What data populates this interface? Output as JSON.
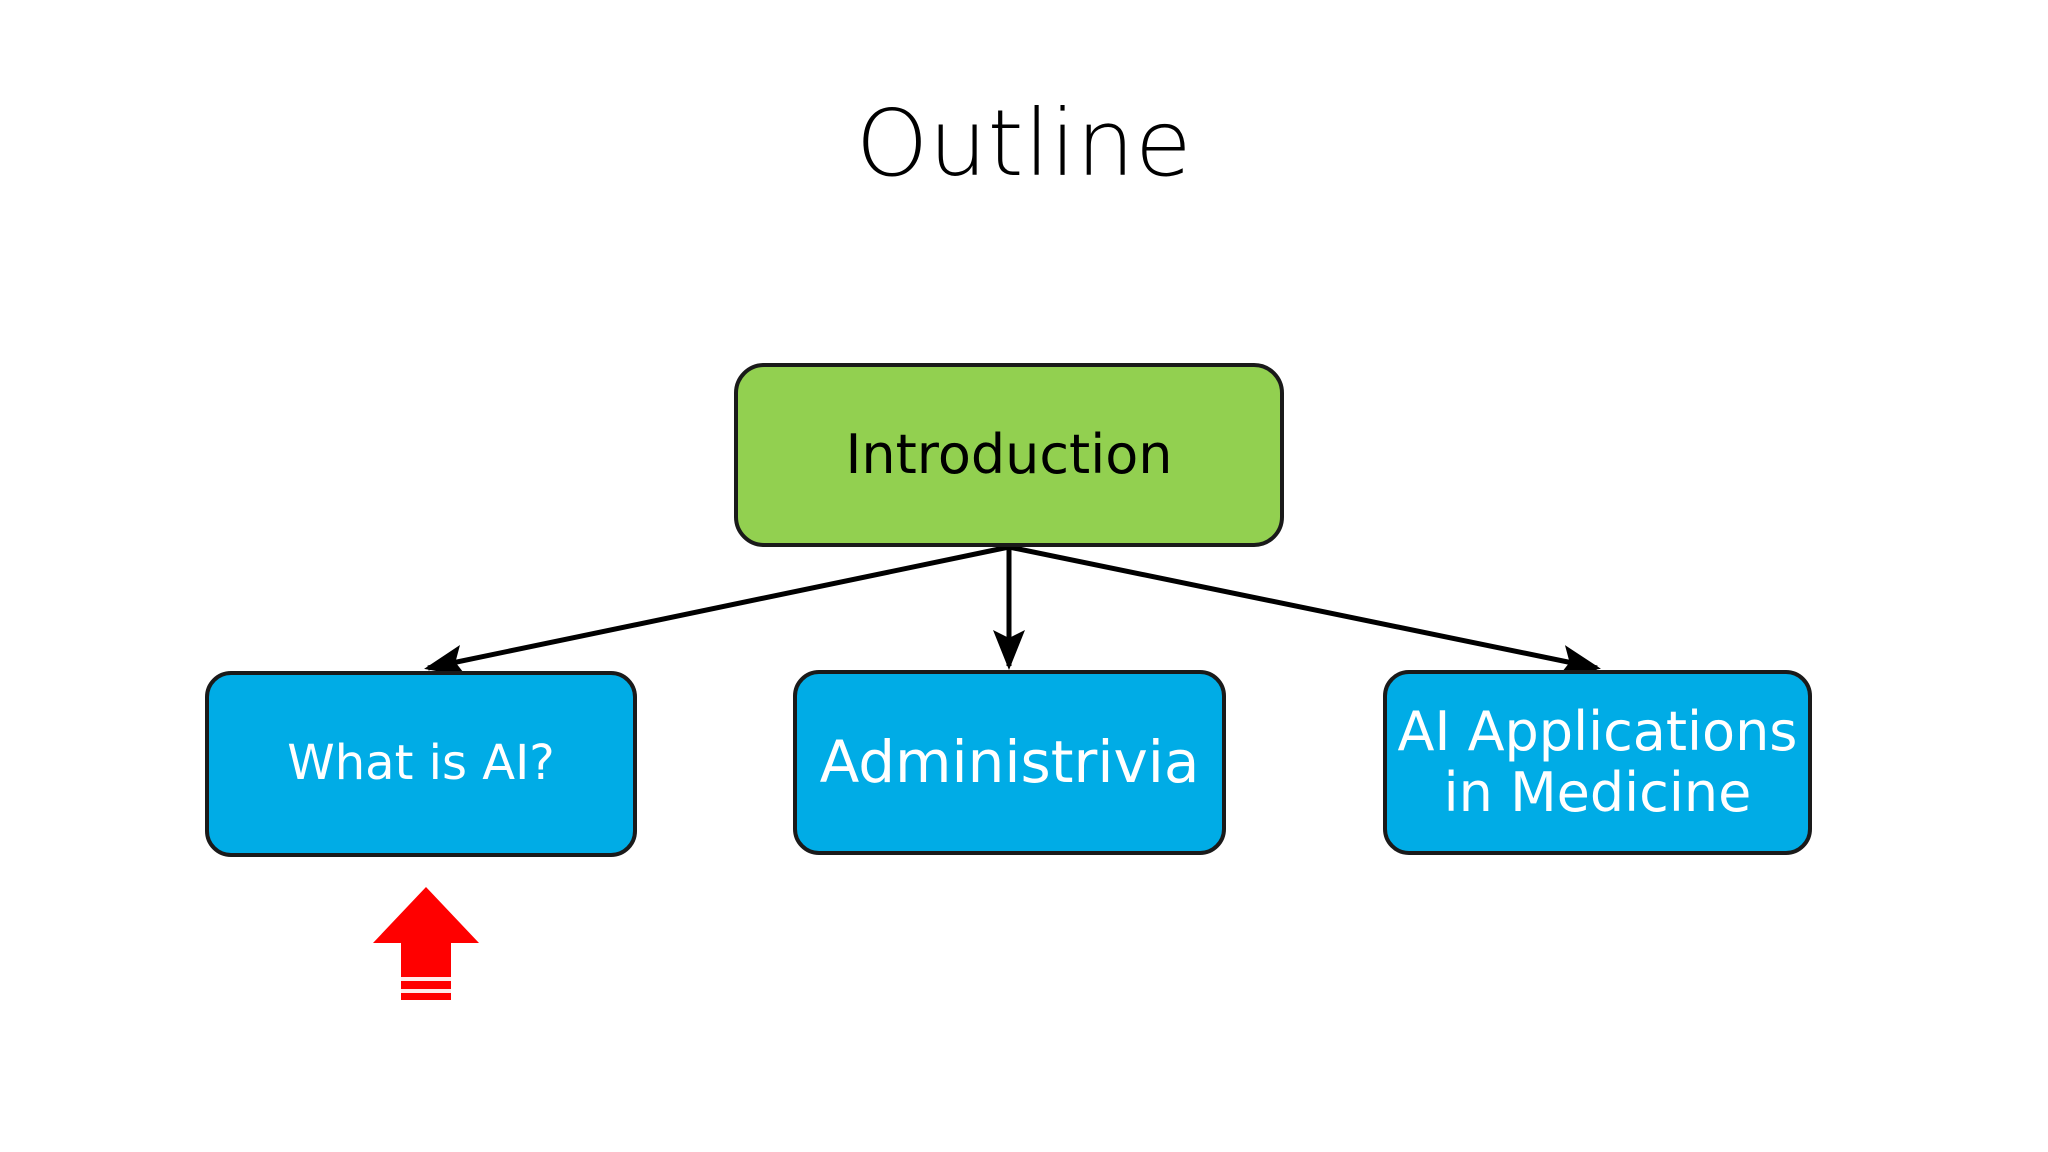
{
  "slide": {
    "title": "Outline",
    "background_color": "#FFFFFF",
    "title_color": "#000000"
  },
  "diagram": {
    "type": "tree",
    "root": {
      "id": "introduction",
      "label": "Introduction",
      "fill_color": "#92D050",
      "text_color": "#000000",
      "border_color": "#1A1A1A"
    },
    "children": [
      {
        "id": "what-is-ai",
        "label": "What is AI?",
        "fill_color": "#00ACE6",
        "text_color": "#FFFFFF",
        "border_color": "#1A1A1A"
      },
      {
        "id": "administrivia",
        "label": "Administrivia",
        "fill_color": "#00ACE6",
        "text_color": "#FFFFFF",
        "border_color": "#1A1A1A"
      },
      {
        "id": "ai-applications-in-medicine",
        "label": "AI Applications\nin Medicine",
        "fill_color": "#00ACE6",
        "text_color": "#FFFFFF",
        "border_color": "#1A1A1A"
      }
    ],
    "connectors": {
      "color": "#000000",
      "style": "solid-arrow",
      "count": 3,
      "origin_label": "introduction-bottom-center"
    }
  },
  "annotations": {
    "pointer": {
      "icon": "red-up-arrow-icon",
      "color": "#FF0000",
      "points_at": "what-is-ai"
    }
  }
}
